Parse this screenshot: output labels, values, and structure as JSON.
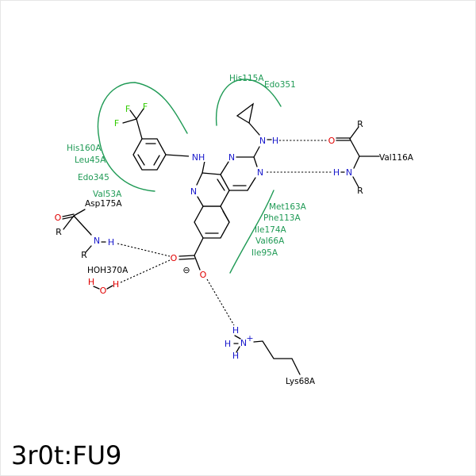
{
  "title": "3r0t:FU9",
  "colors": {
    "nitrogen": "#1a1acc",
    "oxygen": "#e00000",
    "fluorine": "#33cc00",
    "carbon": "#000000",
    "contact": "#1f9a55"
  },
  "atoms": {
    "N": "N",
    "H": "H",
    "O": "O",
    "F": "F",
    "R": "R",
    "NH": "NH",
    "charge_minus": "⊖",
    "charge_plus": "+"
  },
  "residues": {
    "val116": "Val116A",
    "asp175": "Asp175A",
    "hoh370": "HOH370A",
    "lys68": "Lys68A"
  },
  "contacts": {
    "top": [
      "His115A",
      "Edo351"
    ],
    "left": [
      "His160A",
      "Leu45A",
      "Edo345",
      "Val53A"
    ],
    "right": [
      "Met163A",
      "Phe113A",
      "Ile174A",
      "Val66A",
      "Ile95A"
    ]
  }
}
